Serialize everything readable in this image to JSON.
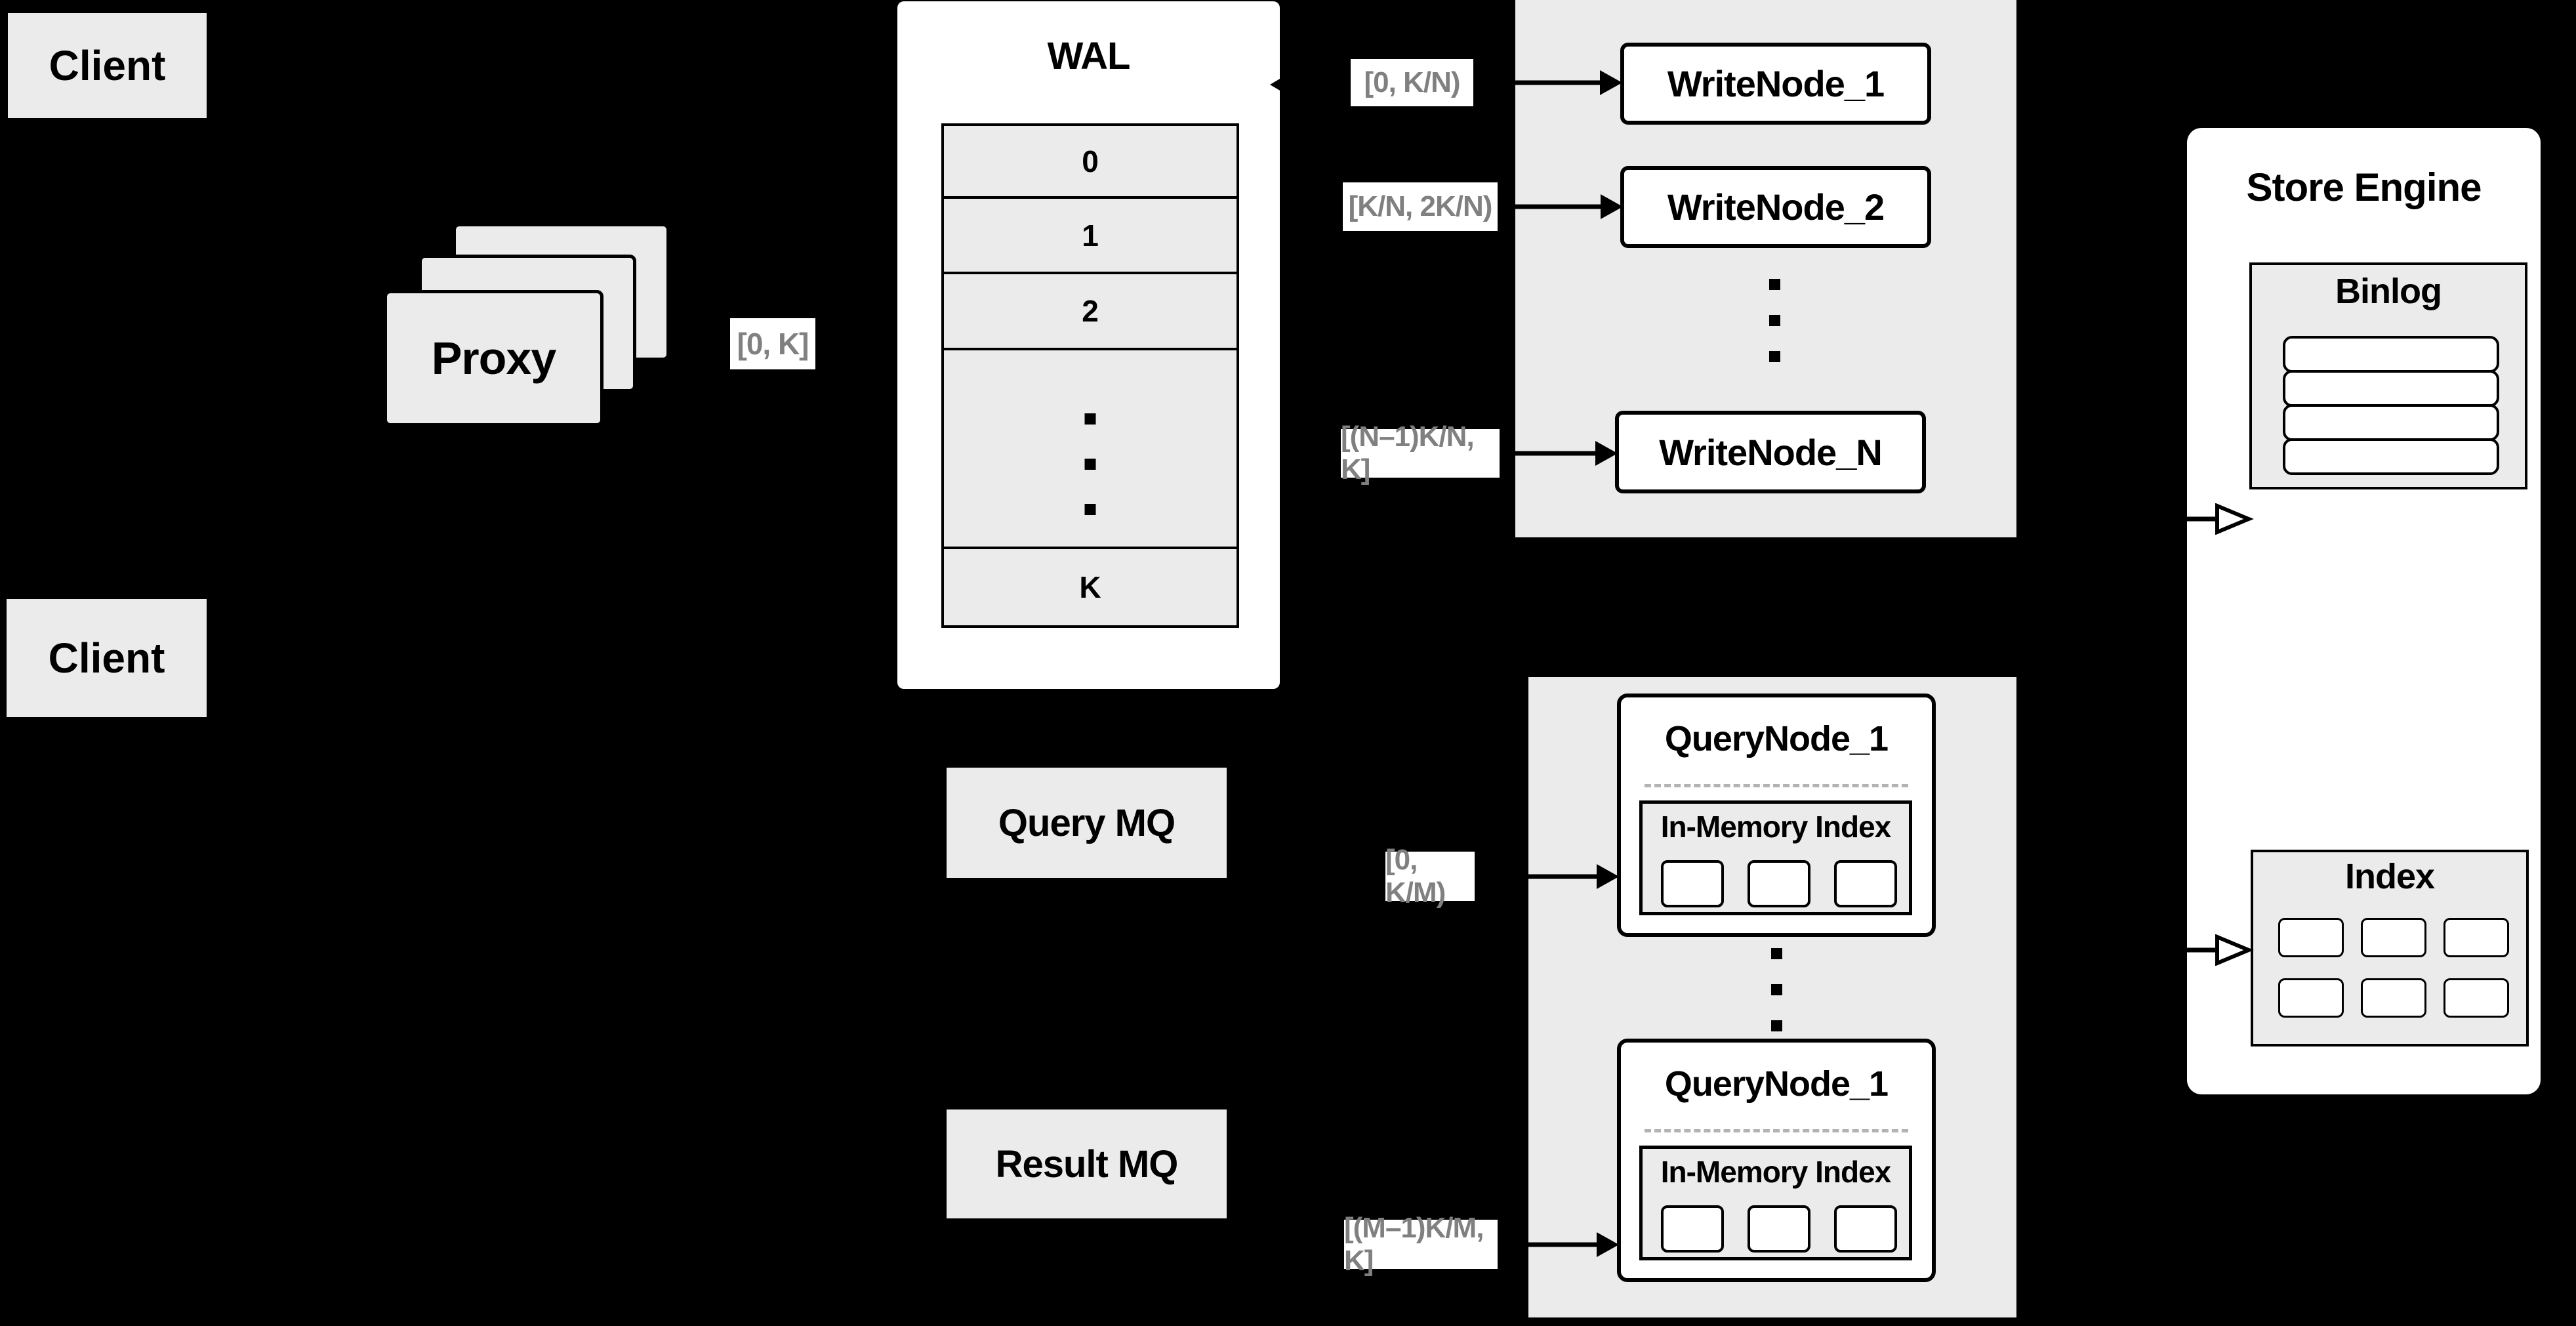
{
  "colors": {
    "background": "#000000",
    "box_fill": "#ebebeb",
    "node_fill": "#ffffff",
    "border": "#000000",
    "range_text": "#808080",
    "dashed_line": "#b3b3b3"
  },
  "clients": {
    "top_label": "Client",
    "bottom_label": "Client"
  },
  "proxy": {
    "label": "Proxy"
  },
  "edge_labels": {
    "proxy_to_wal": "[0, K]",
    "wal_to_write1": "[0,  K/N)",
    "wal_to_write2": "[K/N, 2K/N)",
    "wal_to_writeN": "[(N–1)K/N,  K]",
    "query_mq_to_node1": "[0, K/M)",
    "query_mq_to_nodeM": "[(M–1)K/M, K]"
  },
  "wal": {
    "title": "WAL",
    "rows": [
      "0",
      "1",
      "2",
      "K"
    ]
  },
  "write_nodes": {
    "node1": "WriteNode_1",
    "node2": "WriteNode_2",
    "nodeN": "WriteNode_N"
  },
  "mq": {
    "query": "Query MQ",
    "result": "Result MQ"
  },
  "query_nodes": {
    "node1_title": "QueryNode_1",
    "node2_title": "QueryNode_1",
    "inner_label1": "In-Memory Index",
    "inner_label2": "In-Memory Index"
  },
  "store_engine": {
    "title": "Store Engine",
    "binlog_title": "Binlog",
    "index_title": "Index"
  }
}
